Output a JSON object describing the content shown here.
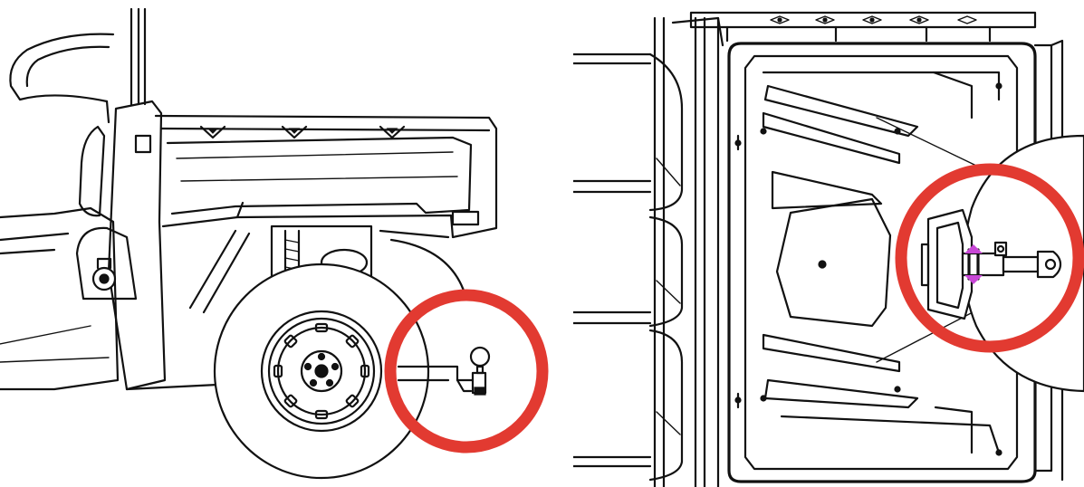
{
  "figure": {
    "panels": [
      {
        "view": "side-view",
        "subject": "utility-vehicle-rear-with-hitch"
      },
      {
        "view": "bottom-view",
        "subject": "utility-vehicle-underside-with-hitch"
      }
    ],
    "highlight_color": "#e23a31",
    "accent_color": "#c847d6",
    "line_color": "#111111"
  }
}
